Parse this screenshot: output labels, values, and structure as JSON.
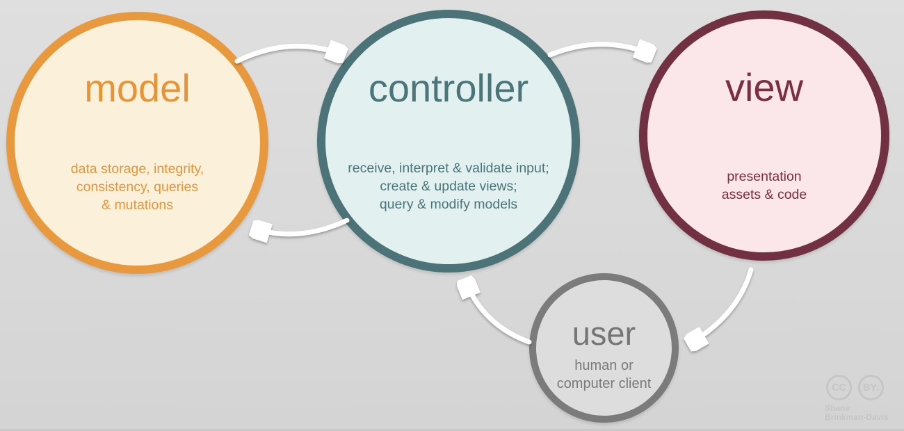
{
  "diagram": {
    "background_color": "#d9d9d9",
    "arrow_color": "#ffffff"
  },
  "nodes": [
    {
      "id": "model",
      "title": "model",
      "lines": [
        "data storage, integrity,",
        "consistency, queries",
        "& mutations"
      ],
      "border_color": "#e8993e",
      "fill_color": "#fbf1db",
      "text_color": "#e89435"
    },
    {
      "id": "controller",
      "title": "controller",
      "lines": [
        "receive, interpret & validate input;",
        "create & update views;",
        "query & modify models"
      ],
      "border_color": "#4c7377",
      "fill_color": "#e2f1ef",
      "text_color": "#4a757b"
    },
    {
      "id": "view",
      "title": "view",
      "lines": [
        "presentation",
        "assets & code"
      ],
      "border_color": "#713142",
      "fill_color": "#fbe7ea",
      "text_color": "#7a2e40"
    },
    {
      "id": "user",
      "title": "user",
      "lines": [
        "human or",
        "computer client"
      ],
      "border_color": "#7b7b7b",
      "fill_color": "#dddddd",
      "text_color": "#757575"
    }
  ],
  "arrows": [
    {
      "from": "model",
      "to": "controller"
    },
    {
      "from": "controller",
      "to": "view"
    },
    {
      "from": "view",
      "to": "user"
    },
    {
      "from": "user",
      "to": "controller"
    },
    {
      "from": "controller",
      "to": "model"
    }
  ],
  "attribution": {
    "badges": [
      "CC",
      "BY:"
    ],
    "author_lines": [
      "Shane",
      "Brinkman-Davis"
    ],
    "color": "#c6c6c6"
  }
}
